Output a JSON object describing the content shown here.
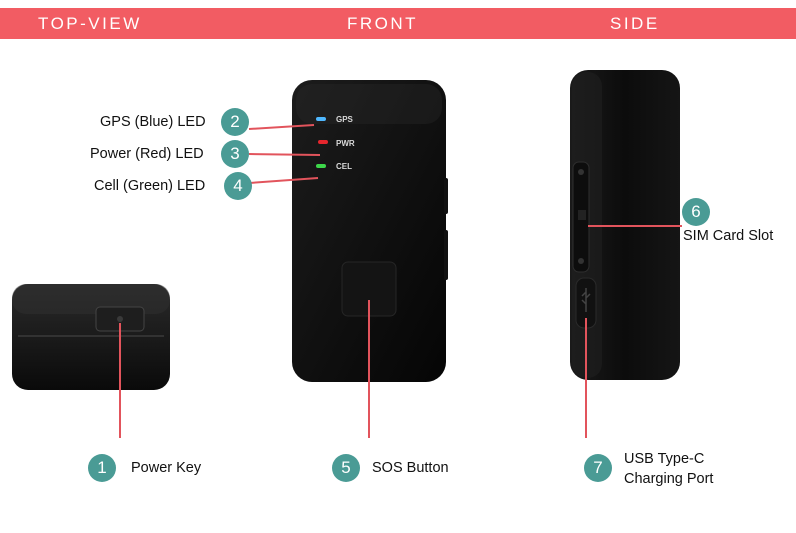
{
  "header": {
    "background": "#f25c63",
    "top_view": "TOP-VIEW",
    "front": "FRONT",
    "side": "SIDE"
  },
  "device": {
    "led_labels": {
      "gps": "GPS",
      "pwr": "PWR",
      "cel": "CEL"
    },
    "led_colors": {
      "gps": "#4fb8ff",
      "pwr": "#e5262d",
      "cel": "#3dd64a"
    }
  },
  "callouts": {
    "accent": "#4a9b95",
    "line_color": "#e2545c",
    "items": [
      {
        "number": "1",
        "label": "Power Key"
      },
      {
        "number": "2",
        "label": "GPS (Blue) LED"
      },
      {
        "number": "3",
        "label": "Power (Red) LED"
      },
      {
        "number": "4",
        "label": "Cell (Green) LED"
      },
      {
        "number": "5",
        "label": "SOS Button"
      },
      {
        "number": "6",
        "label": "SIM Card Slot"
      },
      {
        "number": "7",
        "label_line1": "USB Type-C",
        "label_line2": "Charging Port"
      }
    ]
  }
}
